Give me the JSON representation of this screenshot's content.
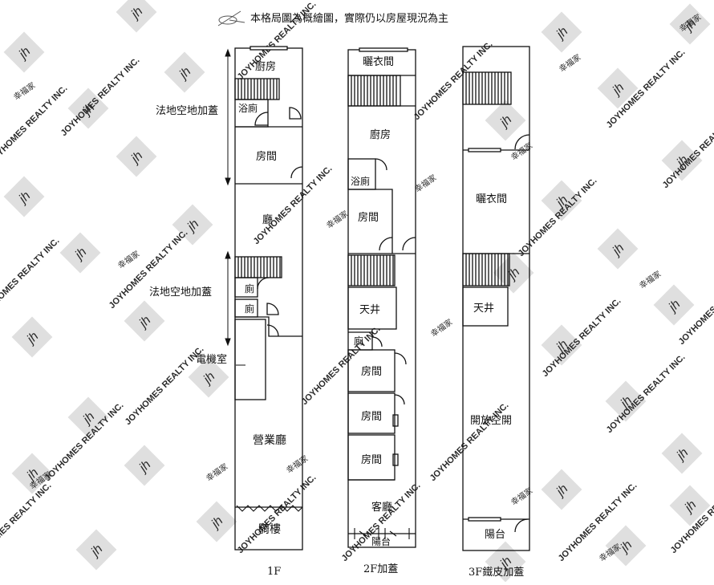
{
  "header": {
    "note": "本格局圖為概繪圖，實際仍以房屋現況為主"
  },
  "watermark": {
    "brand": "JOYHOMES REALTY INC.",
    "logo_letters": "jh",
    "seal": "幸福家",
    "brand_color": "#c9c9c9"
  },
  "floor1": {
    "caption": "1F",
    "kitchen": "廚房",
    "bath": "浴廁",
    "room": "房間",
    "hall": "廳",
    "toilet_a": "廁",
    "toilet_b": "廁",
    "machine_room": "電機室",
    "business_hall": "營業廳",
    "arcade": "騎樓",
    "annot_upper": "法地空地加蓋",
    "annot_lower": "法地空地加蓋"
  },
  "floor2": {
    "caption": "2F加蓋",
    "closet": "曬衣間",
    "kitchen": "廚房",
    "bath": "浴廁",
    "room_a": "房間",
    "skywell": "天井",
    "toilet": "廁",
    "room_b": "房間",
    "room_c": "房間",
    "room_d": "房間",
    "living": "客廳",
    "balcony": "陽台"
  },
  "floor3": {
    "caption": "3F鐵皮加蓋",
    "closet": "曬衣間",
    "skywell": "天井",
    "open_space": "開放空開",
    "balcony": "陽台"
  }
}
